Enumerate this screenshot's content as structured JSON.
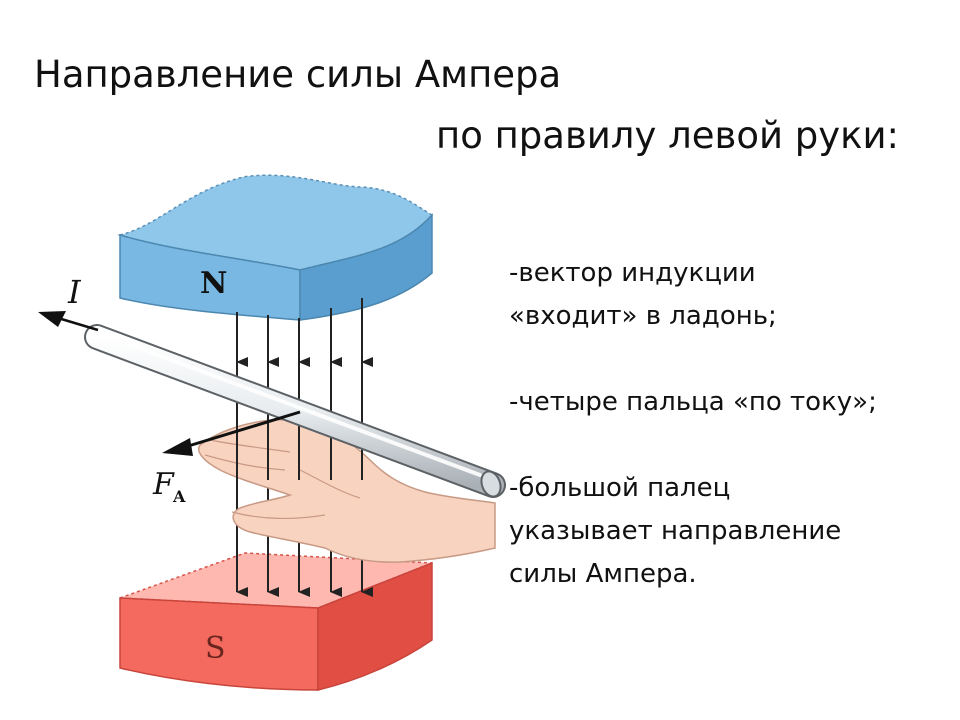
{
  "title": {
    "line1": "Направление силы Ампера",
    "line2": "по правилу левой руки:"
  },
  "rules": [
    {
      "lines": [
        "-вектор индукции",
        "«входит» в ладонь;"
      ]
    },
    {
      "lines": [
        "-четыре пальца «по току»;"
      ]
    },
    {
      "lines": [
        "-большой палец",
        "указывает направление",
        "силы Ампера."
      ]
    }
  ],
  "diagram": {
    "magnet_north_label": "N",
    "magnet_south_label": "S",
    "current_label": "I",
    "force_label": "F",
    "force_subscript": "A",
    "colors": {
      "north_top": "#8fc7ea",
      "north_front": "#79b8e2",
      "north_side": "#5a9ed0",
      "south_top": "#ffb8b0",
      "south_front": "#f46a5e",
      "south_side": "#e04e44",
      "field_lines": "#222222",
      "conductor": "#e9edf0",
      "hand": "#f8d3c0"
    }
  }
}
